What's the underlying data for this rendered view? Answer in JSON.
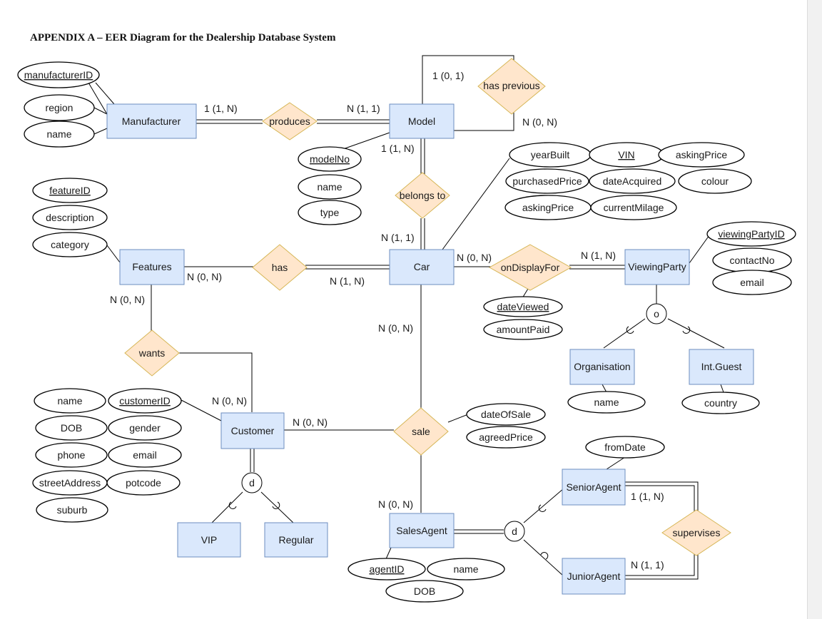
{
  "title": "APPENDIX A – EER Diagram for the Dealership Database System",
  "entities": {
    "manufacturer": "Manufacturer",
    "model": "Model",
    "car": "Car",
    "features": "Features",
    "viewing_party": "ViewingParty",
    "organisation": "Organisation",
    "int_guest": "Int.Guest",
    "customer": "Customer",
    "vip": "VIP",
    "regular": "Regular",
    "sales_agent": "SalesAgent",
    "senior_agent": "SeniorAgent",
    "junior_agent": "JuniorAgent"
  },
  "relationships": {
    "produces": "produces",
    "has_previous": "has previous",
    "belongs_to": "belongs to",
    "has": "has",
    "wants": "wants",
    "on_display_for": "onDisplayFor",
    "sale": "sale",
    "supervises": "supervises"
  },
  "attributes": {
    "manufacturer_id": "manufacturerID",
    "region": "region",
    "manufacturer_name": "name",
    "model_no": "modelNo",
    "model_name": "name",
    "model_type": "type",
    "feature_id": "featureID",
    "description": "description",
    "category": "category",
    "year_built": "yearBuilt",
    "vin": "VIN",
    "asking_price_1": "askingPrice",
    "purchased_price": "purchasedPrice",
    "date_acquired": "dateAcquired",
    "colour": "colour",
    "asking_price_2": "askingPrice",
    "current_milage": "currentMilage",
    "viewing_party_id": "viewingPartyID",
    "contact_no": "contactNo",
    "email_vp": "email",
    "date_viewed": "dateViewed",
    "amount_paid": "amountPaid",
    "org_name": "name",
    "country": "country",
    "cust_name": "name",
    "customer_id": "customerID",
    "dob": "DOB",
    "gender": "gender",
    "phone": "phone",
    "cust_email": "email",
    "street_address": "streetAddress",
    "potcode": "potcode",
    "suburb": "suburb",
    "date_of_sale": "dateOfSale",
    "agreed_price": "agreedPrice",
    "from_date": "fromDate",
    "agent_id": "agentID",
    "agent_name": "name",
    "agent_dob": "DOB"
  },
  "cardinalities": {
    "mfr_produces": "1 (1, N)",
    "model_produces": "N (1, 1)",
    "model_prev_top": "1 (0, 1)",
    "model_prev_bottom": "N (0, N)",
    "model_belongs": "1 (1, N)",
    "car_belongs": "N (1, 1)",
    "features_has": "N (0, N)",
    "car_has": "N (1, N)",
    "features_wants": "N (0, N)",
    "customer_wants": "N (0, N)",
    "car_display": "N (0, N)",
    "vp_display": "N (1, N)",
    "car_sale": "N (0, N)",
    "customer_sale": "N (0, N)",
    "agent_sale": "N (0, N)",
    "senior_supervises": "1 (1, N)",
    "junior_supervises": "N (1, 1)"
  },
  "specialisations": {
    "viewing_party": "o",
    "customer": "d",
    "sales_agent": "d"
  }
}
